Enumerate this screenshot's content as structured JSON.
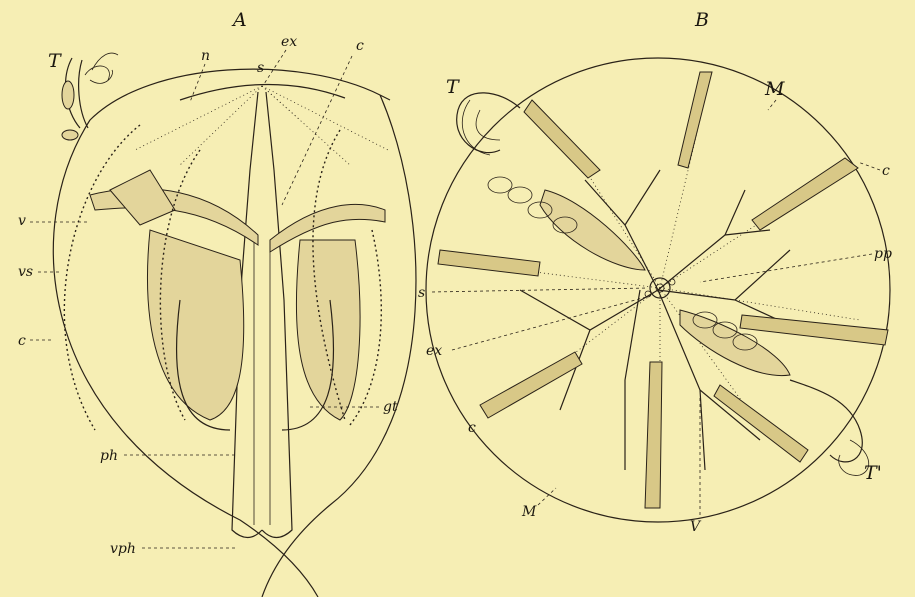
{
  "panels": {
    "a": {
      "title": "A"
    },
    "b": {
      "title": "B"
    }
  },
  "labels_a": {
    "T": "T",
    "n": "n",
    "s": "s",
    "ex": "ex",
    "c_top": "c",
    "v": "v",
    "vs": "vs",
    "c_left": "c",
    "gt": "gt",
    "ph": "ph",
    "vph": "vph"
  },
  "labels_b": {
    "T": "T",
    "M_top": "M",
    "c_right": "c",
    "pp": "pp",
    "s": "s",
    "ex": "ex",
    "c_left": "c",
    "M_bottom": "M",
    "V": "V",
    "T_prime": "T'"
  },
  "colors": {
    "background": "#f6eeb4",
    "ink": "#2a2218",
    "shade": "#e3d59b"
  }
}
